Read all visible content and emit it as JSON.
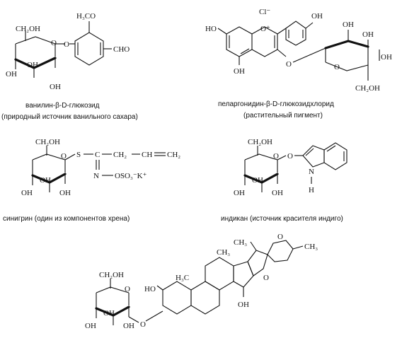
{
  "compounds": [
    {
      "caption": "ванилин-β-D-глюкозид",
      "subcaption": "(природный источник ванильного сахара)",
      "labels": {
        "ch2oh": "CH₂OH",
        "o_ring": "O",
        "o_link": "O",
        "oh1": "OH",
        "oh2": "OH",
        "oh3": "OH",
        "h3co": "H₃CO",
        "cho": "CHO"
      }
    },
    {
      "caption": "пеларгонидин-β-D-глюкозидхлорид",
      "subcaption": "(растительный пигмент)",
      "labels": {
        "cl": "Cl⁻",
        "o_plus": "O⁺",
        "ho_left": "HO",
        "oh_bottom": "OH",
        "oh_phenol": "OH",
        "o_link": "O",
        "o_ring": "O",
        "oh1": "OH",
        "oh2": "OH",
        "oh3": "OH",
        "ch2oh": "CH₂OH"
      }
    },
    {
      "caption": "синигрин (один из компонентов хрена)",
      "labels": {
        "ch2oh": "CH₂OH",
        "o_ring": "O",
        "s": "S",
        "c": "C",
        "ch2": "CH₂",
        "ch": "CH",
        "ch2_end": "CH₂",
        "n": "N",
        "oso3k": "OSO₃⁻K⁺",
        "oh1": "OH",
        "oh2": "OH",
        "oh3": "OH"
      }
    },
    {
      "caption": "индикан (источник красителя индиго)",
      "labels": {
        "ch2oh": "CH₂OH",
        "o_ring": "O",
        "o_link": "O",
        "n": "N",
        "h": "H",
        "oh1": "OH",
        "oh2": "OH",
        "oh3": "OH"
      }
    },
    {
      "labels": {
        "ch2oh": "CH₂OH",
        "o_ring": "O",
        "o_link": "O",
        "oh1": "OH",
        "oh2": "OH",
        "oh3": "OH",
        "oh_ring": "HO",
        "h3c": "H₃C",
        "ch3_a": "CH₃",
        "ch3_top": "CH₃",
        "ch3_side": "CH₃",
        "o_spiro1": "O",
        "o_spiro2": "O",
        "oh_bottom": "OH"
      }
    }
  ]
}
